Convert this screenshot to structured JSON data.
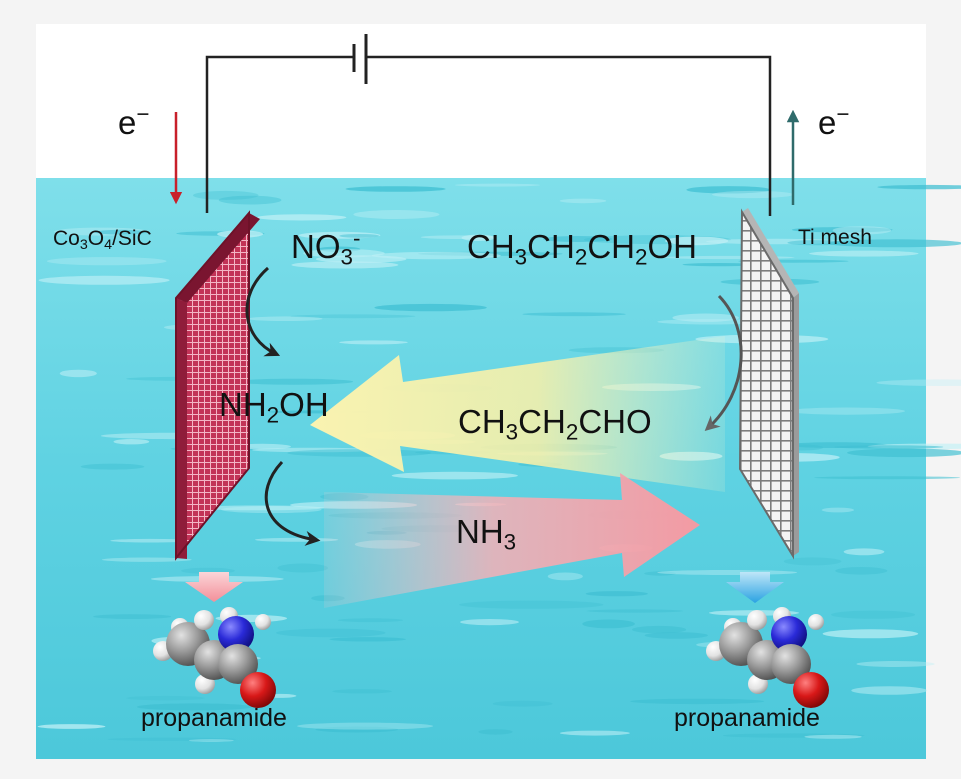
{
  "electron_left": {
    "base": "e",
    "sup": "−"
  },
  "electron_right": {
    "base": "e",
    "sup": "−"
  },
  "cathode_label": {
    "p1": "Co",
    "s1": "3",
    "p2": "O",
    "s2": "4",
    "p3": "/SiC"
  },
  "anode_label": "Ti mesh",
  "nitrate": {
    "base": "NO",
    "sub": "3",
    "sup": "-"
  },
  "propanol": {
    "p1": "CH",
    "s1": "3",
    "p2": "CH",
    "s2": "2",
    "p3": "CH",
    "s3": "2",
    "p4": "OH"
  },
  "hydroxylamine": {
    "p1": "NH",
    "s1": "2",
    "p2": "OH"
  },
  "propanal": {
    "p1": "CH",
    "s1": "3",
    "p2": "CH",
    "s2": "2",
    "p3": "CHO"
  },
  "ammonia": {
    "p1": "NH",
    "s1": "3"
  },
  "product_left": "propanamide",
  "product_right": "propanamide",
  "colors": {
    "water": "#5fd4e4",
    "cathode": "#b8254a",
    "anode": "#9a9a9a",
    "electron_arrow_left": "#c8202a",
    "electron_arrow_right": "#2f6b6b",
    "aldehyde_arrow": "#fbf5b0",
    "ammonia_arrow": "#f4a9b0",
    "down_arrow_left": "#f4a0a8",
    "down_arrow_right": "#4fb8e8",
    "carbon_atom": "#8c8c8c",
    "nitrogen_atom": "#2a2ad0",
    "oxygen_atom": "#cc1010",
    "hydrogen_atom": "#e6e6e6"
  },
  "icons": [
    "battery-icon",
    "electron-arrow-down-icon",
    "electron-arrow-up-icon",
    "curved-arrow-icon",
    "propanamide-molecule-icon"
  ]
}
